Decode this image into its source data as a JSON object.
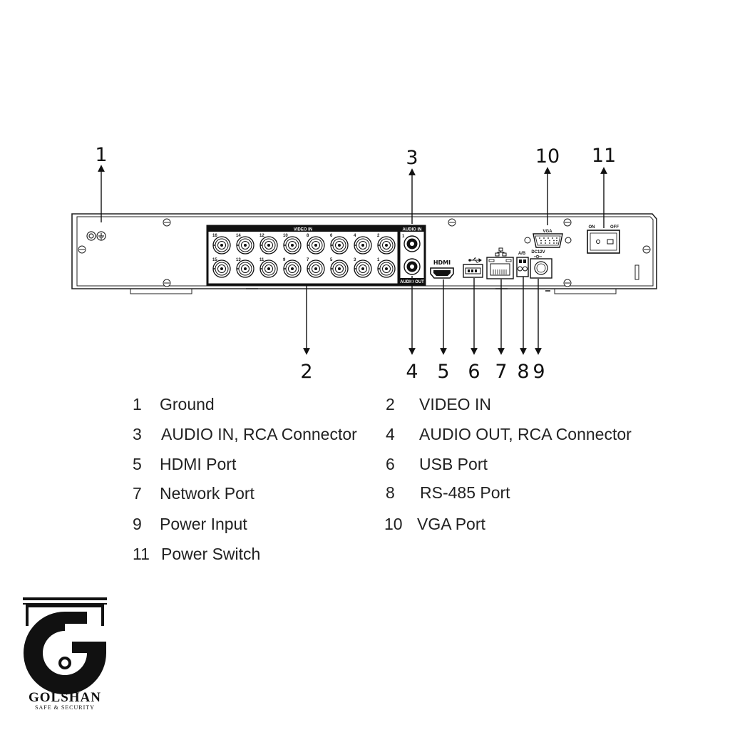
{
  "callouts": {
    "c1": "1",
    "c2": "2",
    "c3": "3",
    "c4": "4",
    "c5": "5",
    "c6": "6",
    "c7": "7",
    "c8": "8",
    "c9": "9",
    "c10": "10",
    "c11": "11"
  },
  "panel": {
    "video_in_label": "VIDEO IN",
    "audio_in_label": "AUDIO IN",
    "audio_out_label": "AUDIO OUT",
    "audio_in_port_num": "1",
    "hdmi_label": "HDMI",
    "vga_label": "VGA",
    "ab_label": "A/B",
    "dc_label": "DC12V",
    "on_label": "ON",
    "off_label": "OFF",
    "top_row_channels": [
      "16",
      "14",
      "12",
      "10",
      "8",
      "6",
      "4",
      "2"
    ],
    "bottom_row_channels": [
      "15",
      "13",
      "11",
      "9",
      "7",
      "5",
      "3",
      "1"
    ]
  },
  "legend": [
    {
      "num": "1",
      "label": "Ground"
    },
    {
      "num": "2",
      "label": "VIDEO IN"
    },
    {
      "num": "3",
      "label": "AUDIO IN, RCA Connector"
    },
    {
      "num": "4",
      "label": "AUDIO OUT, RCA Connector"
    },
    {
      "num": "5",
      "label": "HDMI Port"
    },
    {
      "num": "6",
      "label": "USB Port"
    },
    {
      "num": "7",
      "label": "Network Port"
    },
    {
      "num": "8",
      "label": "RS-485 Port"
    },
    {
      "num": "9",
      "label": "Power Input"
    },
    {
      "num": "10",
      "label": "VGA Port"
    },
    {
      "num": "11",
      "label": "Power Switch"
    }
  ],
  "logo": {
    "name": "GOLSHAN",
    "tagline": "SAFE & SECURITY",
    "icon": "camera-g-logo-icon"
  }
}
